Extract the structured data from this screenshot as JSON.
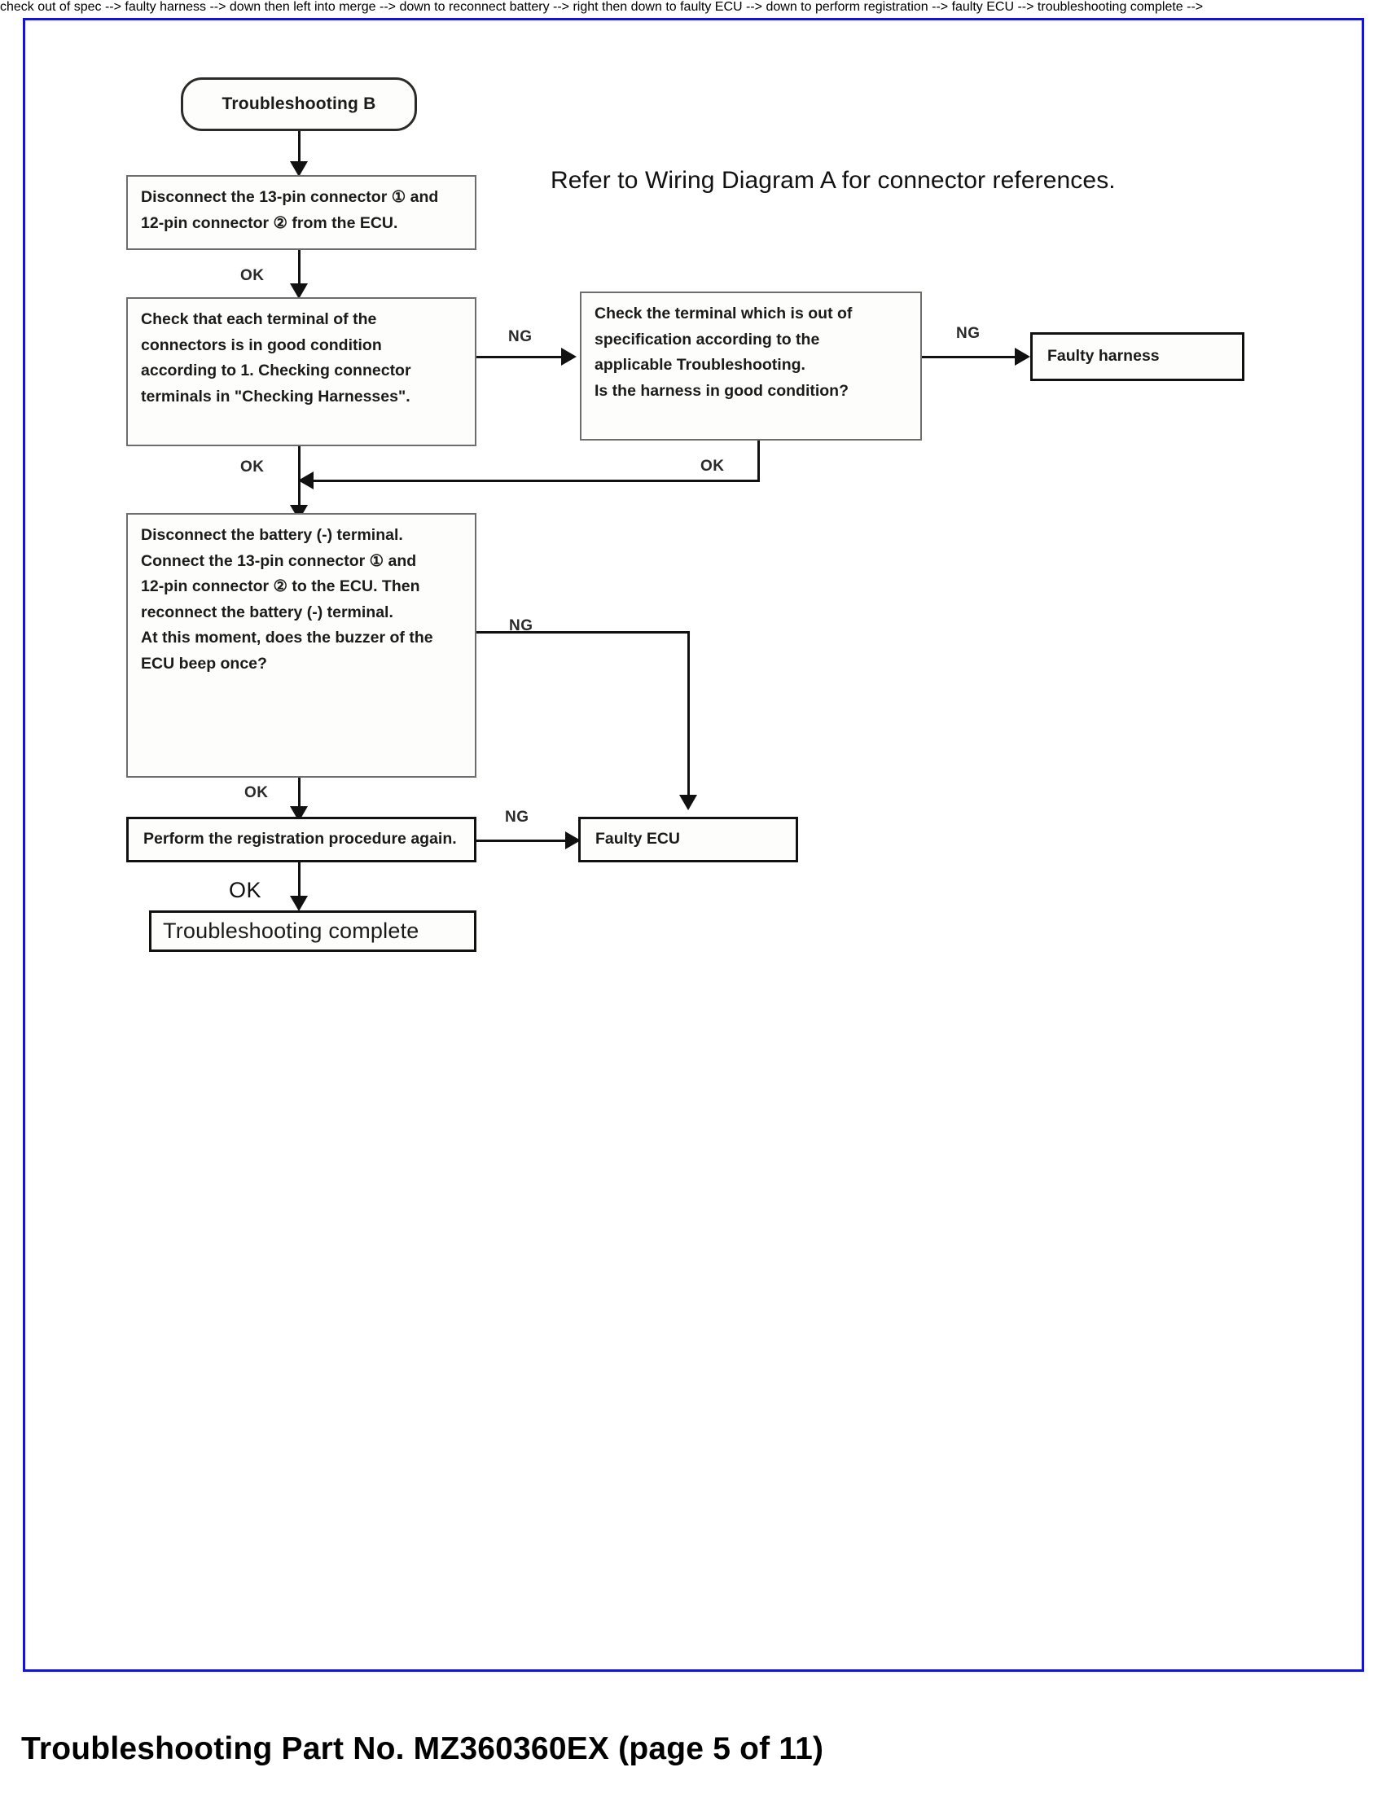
{
  "page": {
    "frame_color": "#1414d0",
    "background": "#ffffff",
    "footer_caption": "Troubleshooting Part No. MZ360360EX (page 5 of 11)"
  },
  "note": {
    "text": "Refer to Wiring Diagram A for connector references."
  },
  "flowchart": {
    "title_node": "Troubleshooting B",
    "nodes": [
      {
        "id": "start",
        "type": "terminator",
        "label": "Troubleshooting B"
      },
      {
        "id": "disconnect-connectors",
        "type": "process",
        "label": "Disconnect the 13-pin connector ① and\n12-pin connector ② from the ECU."
      },
      {
        "id": "check-terminals",
        "type": "process",
        "label": "Check that each terminal of the\nconnectors is in good condition\naccording to 1. Checking connector\nterminals in \"Checking Harnesses\"."
      },
      {
        "id": "check-out-of-spec",
        "type": "process",
        "label": "Check the terminal which is out of\nspecification according to the\napplicable Troubleshooting.\nIs the harness in good condition?"
      },
      {
        "id": "faulty-harness",
        "type": "result",
        "label": "Faulty harness"
      },
      {
        "id": "reconnect-battery",
        "type": "process",
        "label": "Disconnect  the  battery  (-)  terminal.\nConnect  the  13-pin  connector ① and\n12-pin  connector ② to the ECU.  Then\nreconnect the battery (-) terminal.\nAt this moment, does the buzzer of the\nECU beep once?"
      },
      {
        "id": "perform-registration",
        "type": "process",
        "label": "Perform the registration procedure again."
      },
      {
        "id": "faulty-ecu",
        "type": "result",
        "label": "Faulty ECU"
      },
      {
        "id": "troubleshooting-complete",
        "type": "result-big",
        "label": "Troubleshooting complete"
      }
    ],
    "edge_labels": {
      "ok_after_disconnect": "OK",
      "ng_check_terminals": "NG",
      "ok_check_terminals": "OK",
      "ng_out_of_spec": "NG",
      "ok_out_of_spec": "OK",
      "ng_buzzer": "NG",
      "ok_buzzer": "OK",
      "ng_registration": "NG",
      "ok_registration": "OK"
    }
  }
}
